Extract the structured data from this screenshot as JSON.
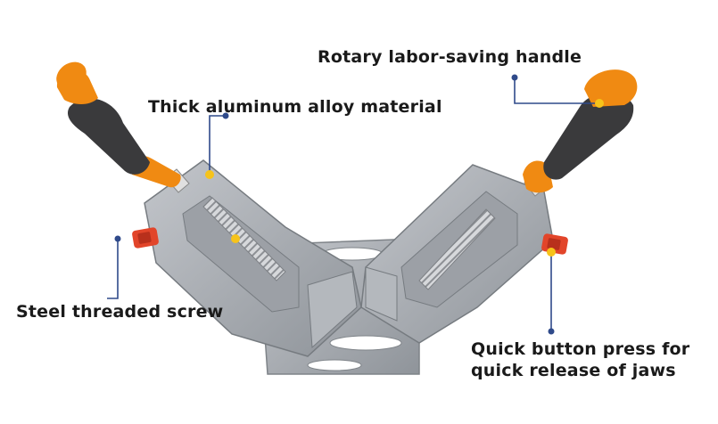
{
  "annotations": {
    "rotary_handle": "Rotary labor-saving handle",
    "aluminum_material": "Thick aluminum alloy material",
    "steel_screw": "Steel threaded screw",
    "quick_button_line1": "Quick button press for",
    "quick_button_line2": "quick release of jaws"
  },
  "colors": {
    "aluminum": "#a9adb3",
    "handle_orange": "#f08a12",
    "handle_grip": "#3a3a3c",
    "button_red": "#e2452a",
    "leader_line": "#2f4a8a",
    "marker_yellow": "#f6c31a"
  }
}
